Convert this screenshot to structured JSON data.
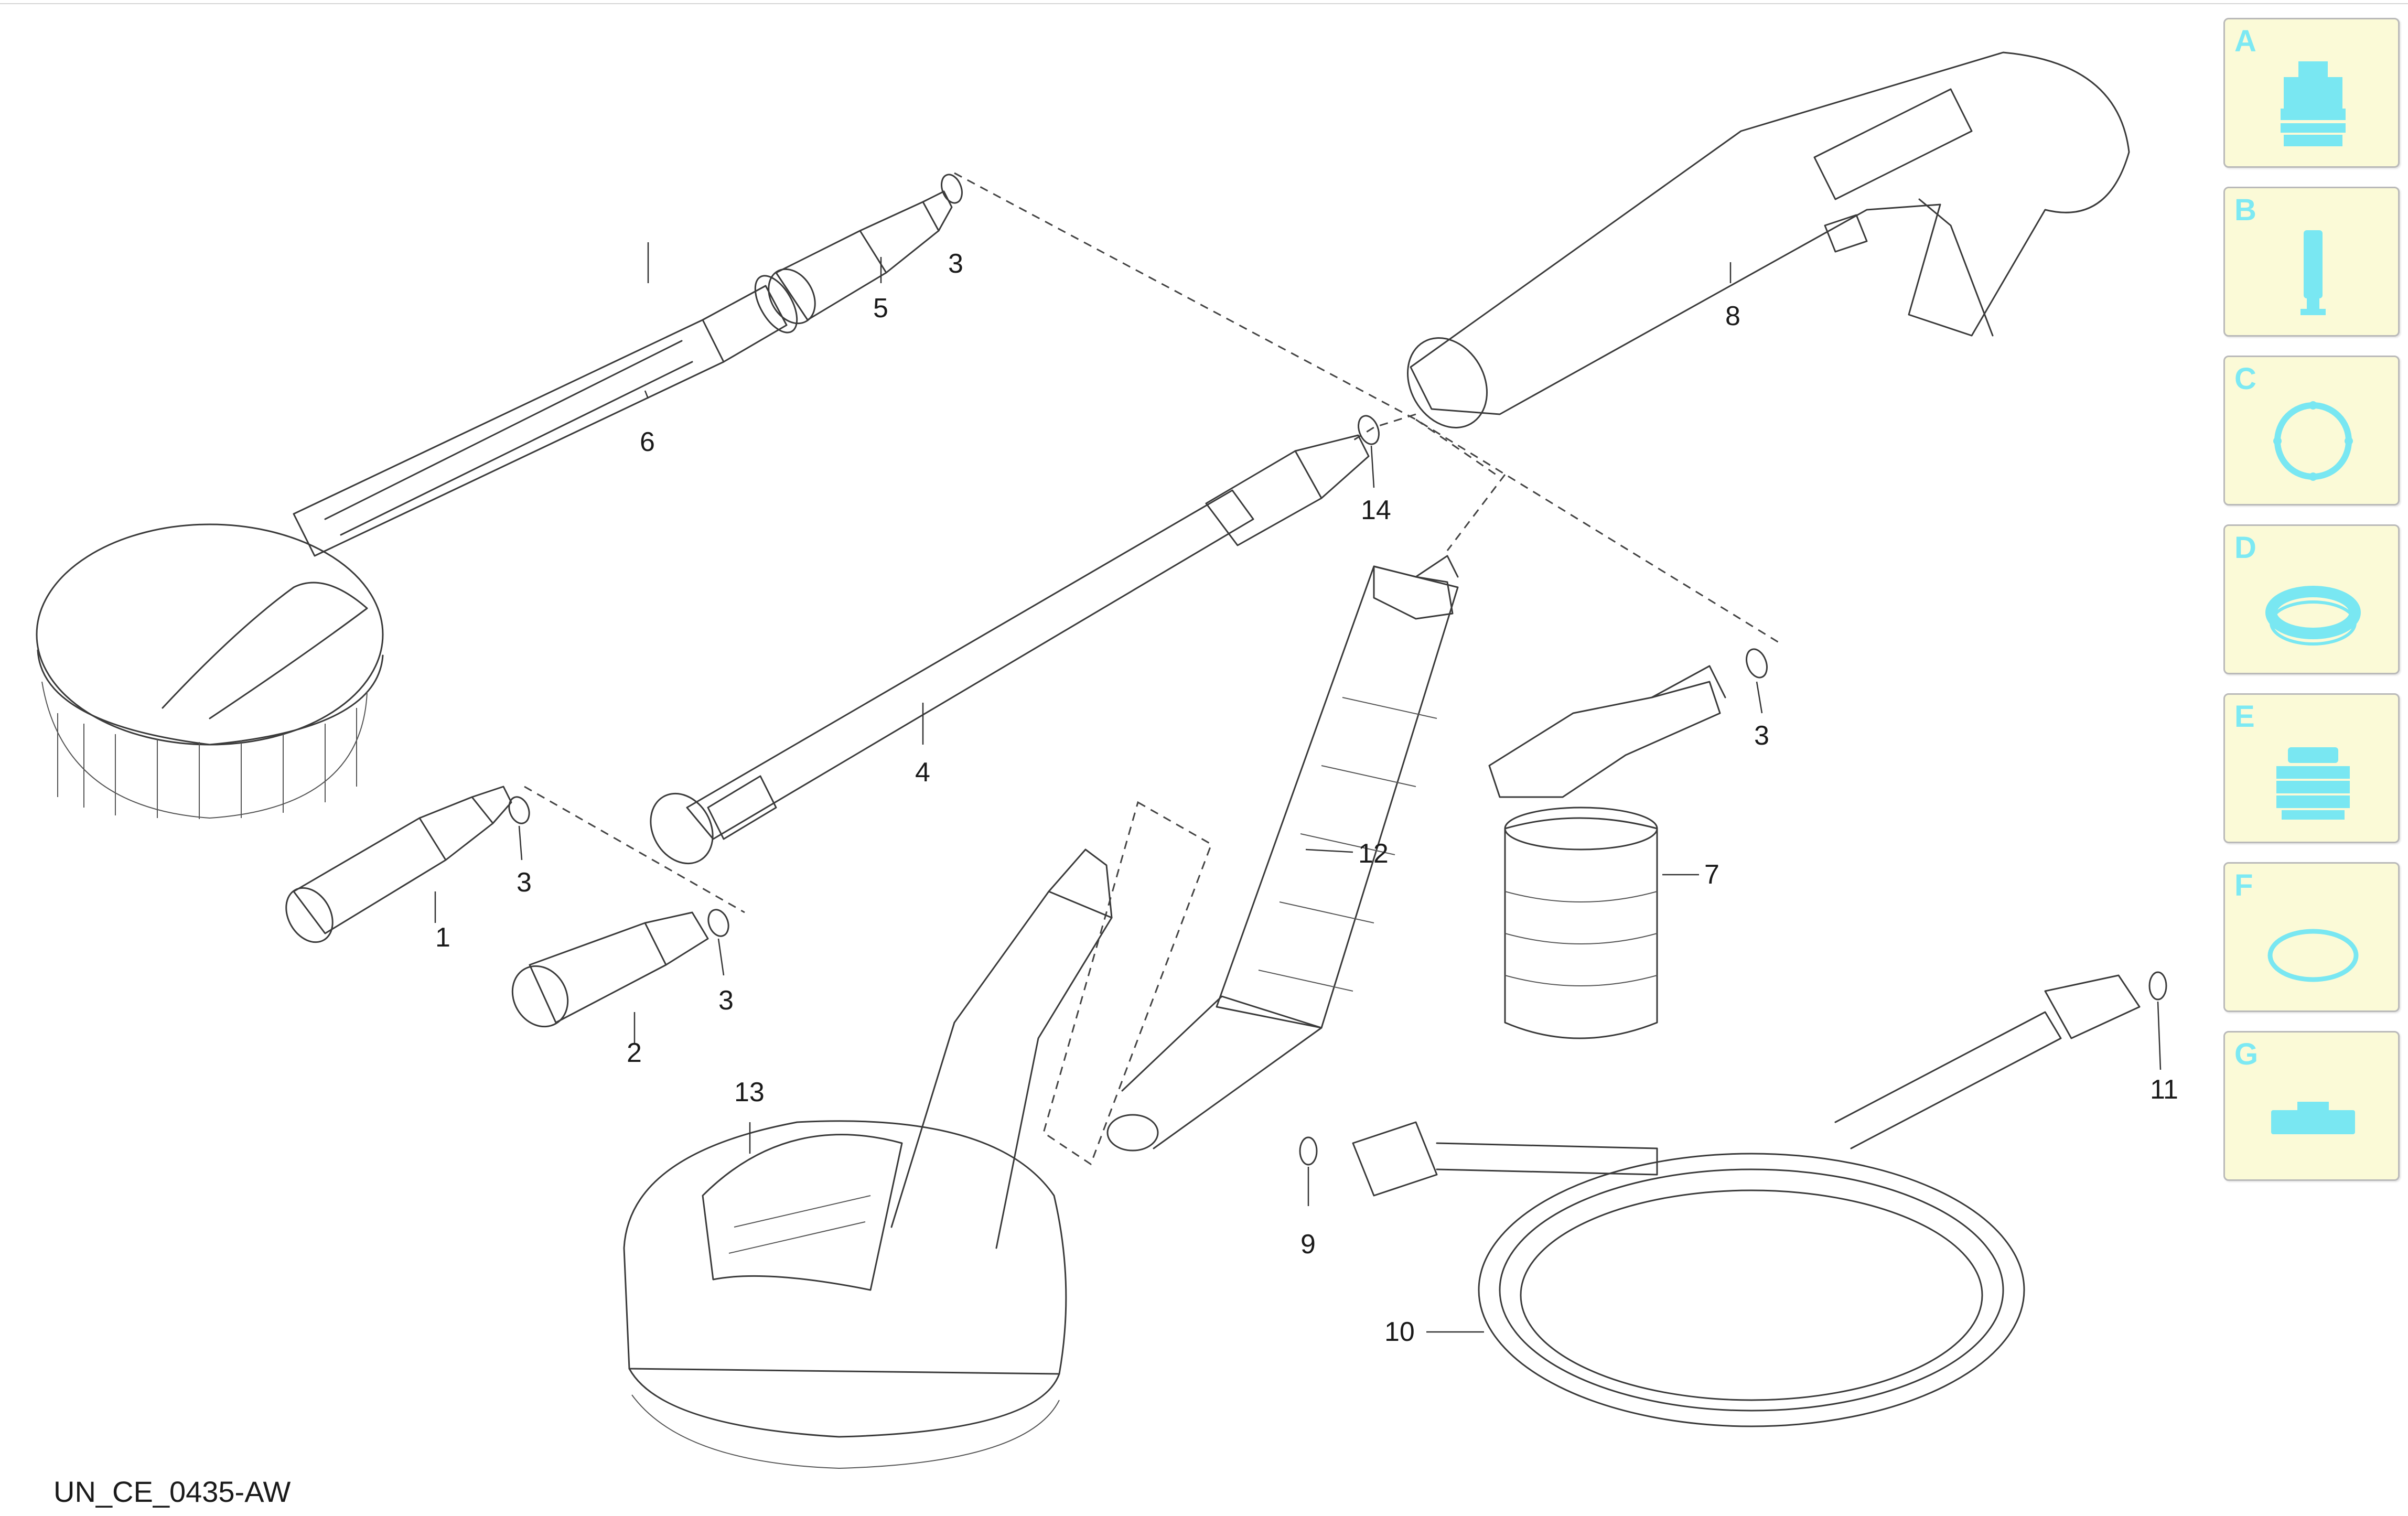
{
  "drawing_code": "UN_CE_0435-AW",
  "callouts": {
    "p1": "1",
    "p2": "2",
    "p3a": "3",
    "p3b": "3",
    "p3c": "3",
    "p3d": "3",
    "p4": "4",
    "p5": "5",
    "p6": "6",
    "p7": "7",
    "p8": "8",
    "p9": "9",
    "p10": "10",
    "p11": "11",
    "p12": "12",
    "p13": "13",
    "p14": "14"
  },
  "sidebar": {
    "items": [
      {
        "letter": "A",
        "icon": "nozzle-adapter-icon"
      },
      {
        "letter": "B",
        "icon": "filter-insert-icon"
      },
      {
        "letter": "C",
        "icon": "o-ring-icon"
      },
      {
        "letter": "D",
        "icon": "flat-seal-icon"
      },
      {
        "letter": "E",
        "icon": "coupling-sleeve-icon"
      },
      {
        "letter": "F",
        "icon": "gasket-ring-icon"
      },
      {
        "letter": "G",
        "icon": "clip-icon"
      }
    ],
    "accent_color": "#79e7f2",
    "tile_color": "#fbfad7"
  }
}
